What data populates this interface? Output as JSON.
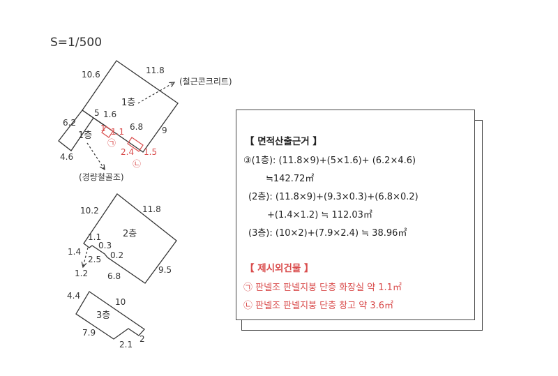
{
  "scale": "S=1/500",
  "colors": {
    "line": "#333333",
    "accent_red": "#d94b4b"
  },
  "plan1": {
    "main_label": "1층",
    "dim_top_left": "10.6",
    "dim_top_right": "11.8",
    "structure_rc": "(철근콘크리트)",
    "dim_5": "5",
    "dim_1_6": "1.6",
    "dim_6_8": "6.8",
    "dim_9": "9",
    "dim_6_2": "6.2",
    "dim_4_6": "4.6",
    "side_label": "1층",
    "red_1": "1",
    "red_1_1": "1.1",
    "red_2_4": "2.4",
    "red_1_5": "1.5",
    "mark_a": "㉠",
    "mark_b": "㉡",
    "structure_steel": "(경량철골조)"
  },
  "plan2": {
    "label": "2층",
    "dim_10_2": "10.2",
    "dim_11_8": "11.8",
    "dim_1_1": "1.1",
    "dim_1_4": "1.4",
    "dim_0_3": "0.3",
    "dim_2_5": "2.5",
    "dim_0_2": "0.2",
    "dim_1_2": "1.2",
    "dim_6_8": "6.8",
    "dim_9_5": "9.5"
  },
  "plan3": {
    "label": "3층",
    "dim_4_4": "4.4",
    "dim_10": "10",
    "dim_7_9": "7.9",
    "dim_2_1": "2.1",
    "dim_2": "2"
  },
  "calc": {
    "title": "【 면적산출근거 】",
    "line1": "③(1층): (11.8×9)+(5×1.6)+ (6.2×4.6)",
    "line2": "≒142.72㎡",
    "line3": "(2층): (11.8×9)+(9.3×0.3)+(6.8×0.2)",
    "line4": "+(1.4×1.2) ≒ 112.03㎡",
    "line5": "(3층): (10×2)+(7.9×2.4) ≒ 38.96㎡",
    "extra_title": "【 제시외건물 】",
    "extra1": "㉠ 판넬조 판넬지붕 단층 화장실 약 1.1㎡",
    "extra2": "㉡ 판넬조 판넬지붕 단층 창고 약 3.6㎡"
  }
}
